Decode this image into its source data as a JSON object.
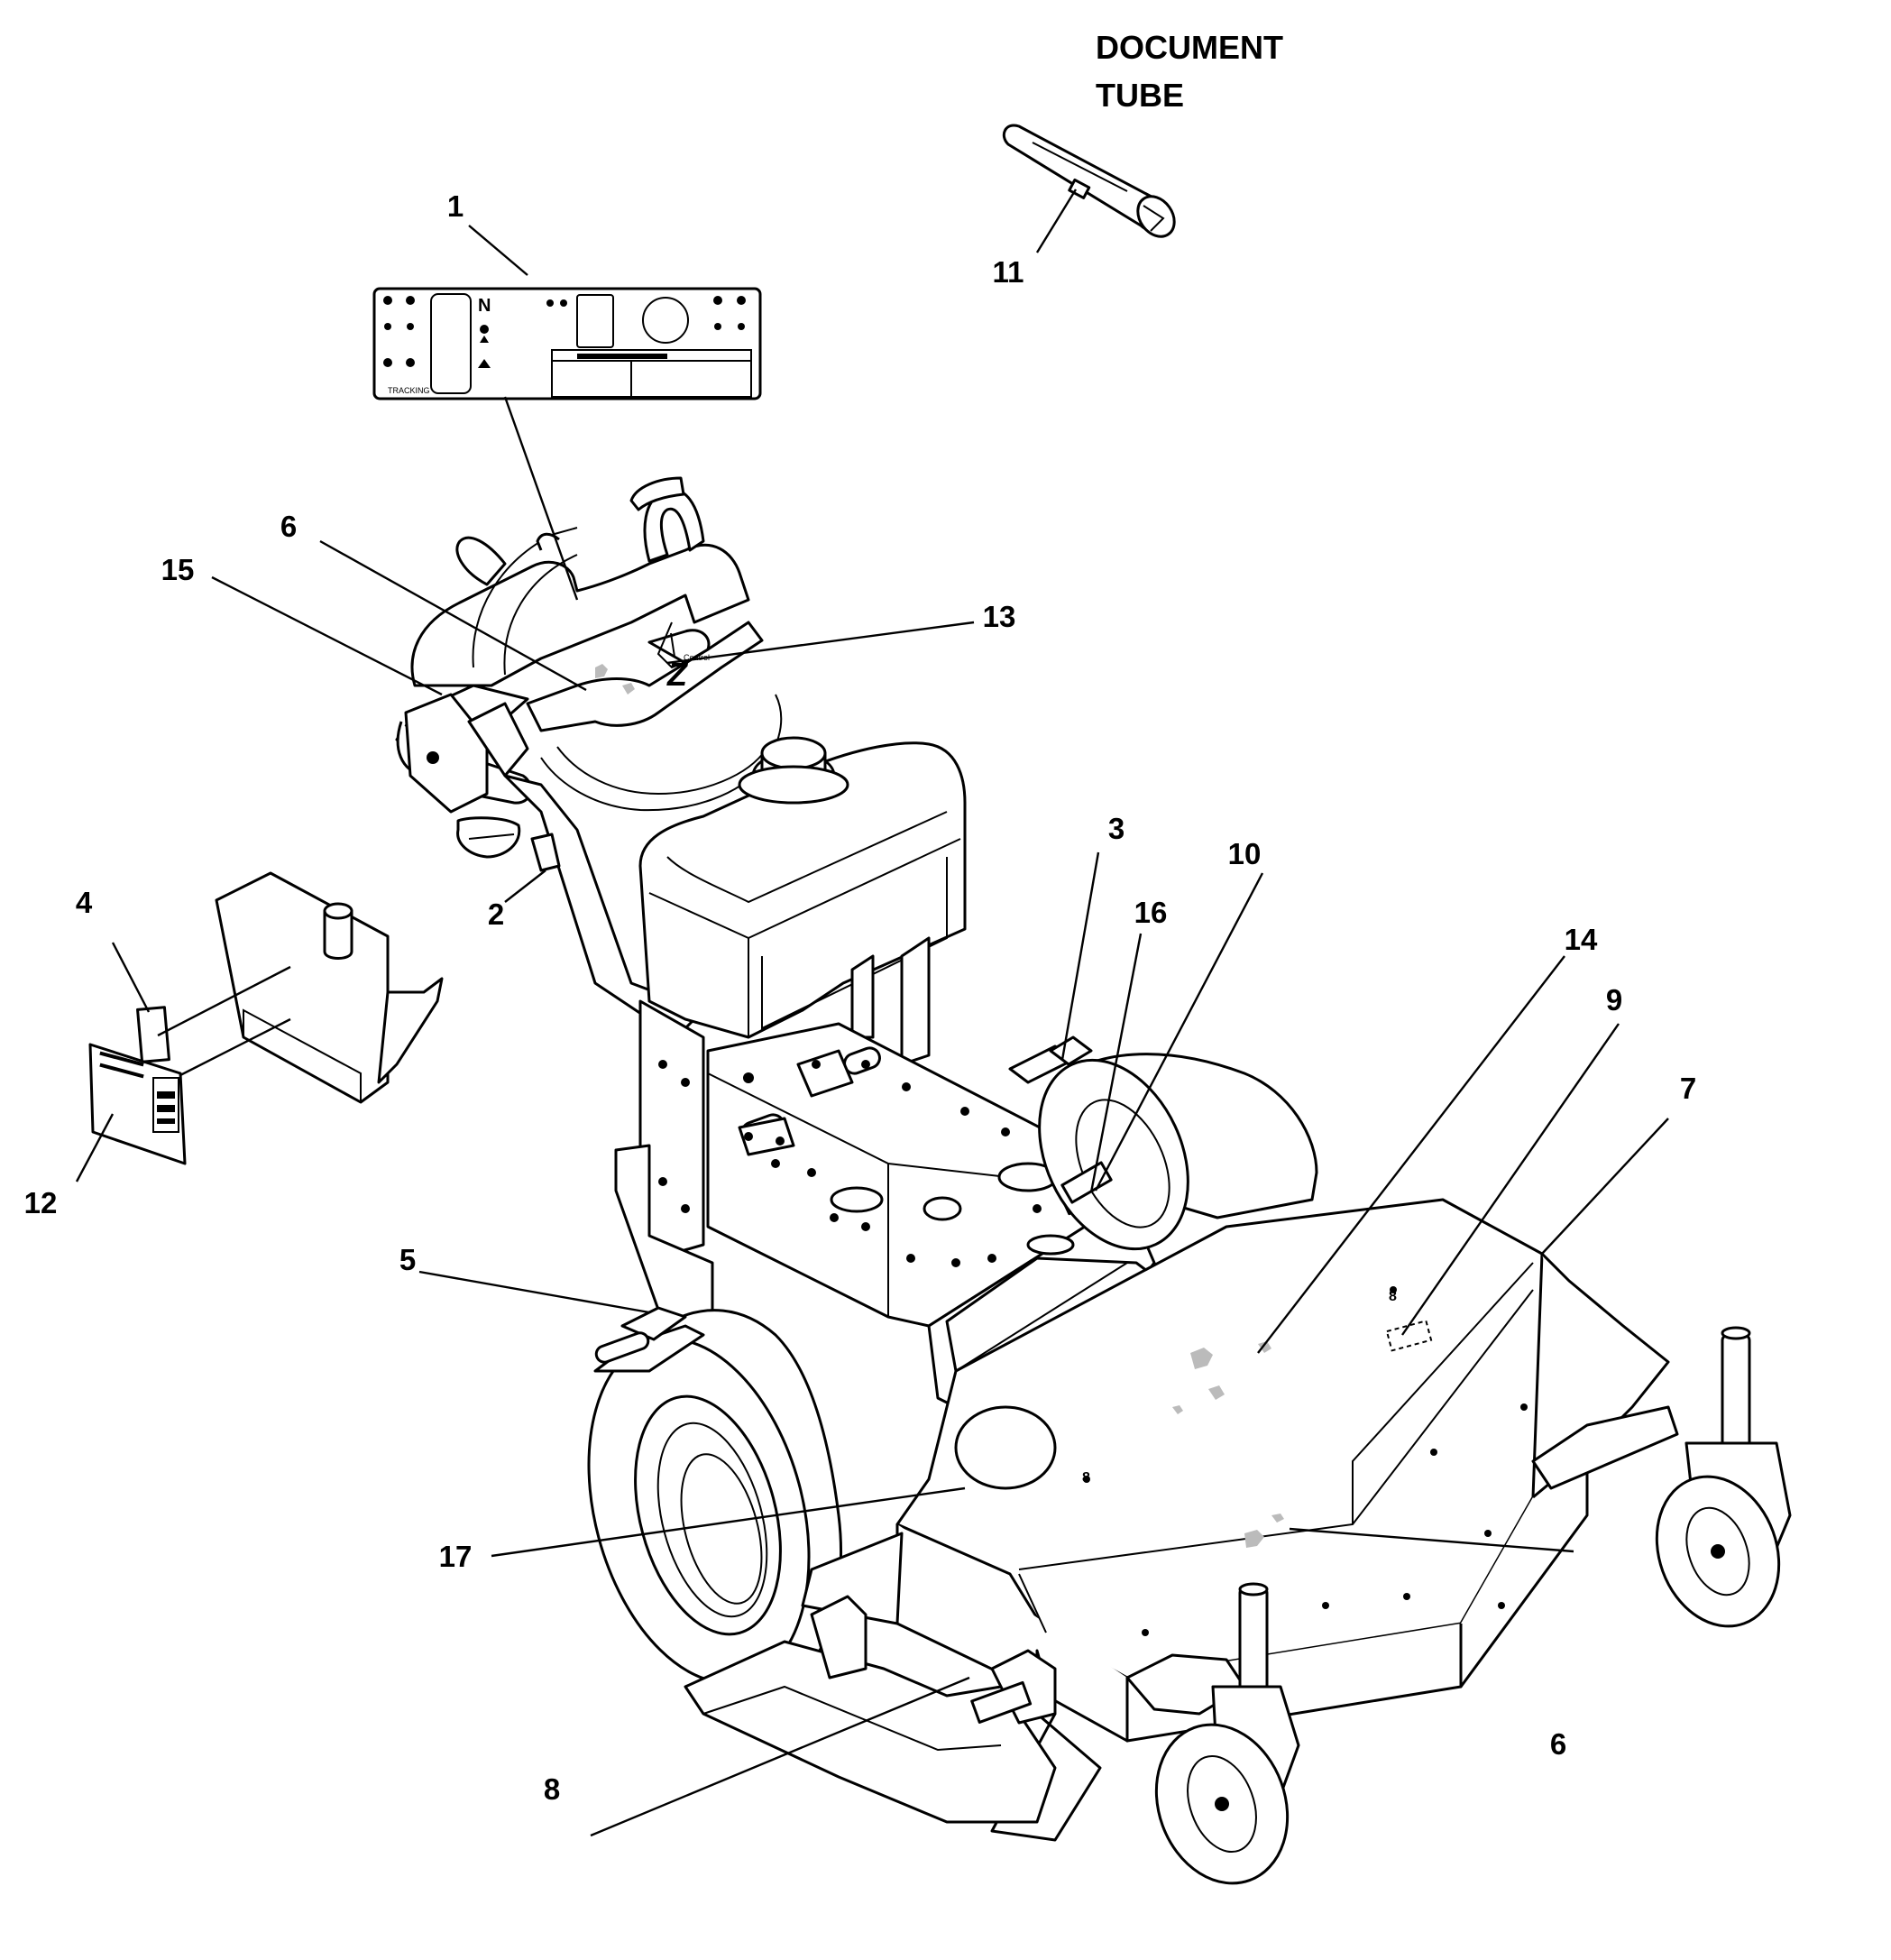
{
  "title": {
    "line1": "DOCUMENT",
    "line2": "TUBE"
  },
  "callouts": [
    {
      "id": "1",
      "label": "1"
    },
    {
      "id": "2",
      "label": "2"
    },
    {
      "id": "3",
      "label": "3"
    },
    {
      "id": "4",
      "label": "4"
    },
    {
      "id": "5",
      "label": "5"
    },
    {
      "id": "6a",
      "label": "6"
    },
    {
      "id": "6b",
      "label": "6"
    },
    {
      "id": "7",
      "label": "7"
    },
    {
      "id": "8",
      "label": "8"
    },
    {
      "id": "9",
      "label": "9"
    },
    {
      "id": "10",
      "label": "10"
    },
    {
      "id": "11",
      "label": "11"
    },
    {
      "id": "12",
      "label": "12"
    },
    {
      "id": "13",
      "label": "13"
    },
    {
      "id": "14",
      "label": "14"
    },
    {
      "id": "15",
      "label": "15"
    },
    {
      "id": "16",
      "label": "16"
    },
    {
      "id": "17",
      "label": "17"
    }
  ],
  "decal_text": {
    "neutral_mark": "N",
    "brake_mark": "",
    "logo_letter": "Z",
    "logo_word": "Control",
    "tracking": "TRACKING"
  }
}
